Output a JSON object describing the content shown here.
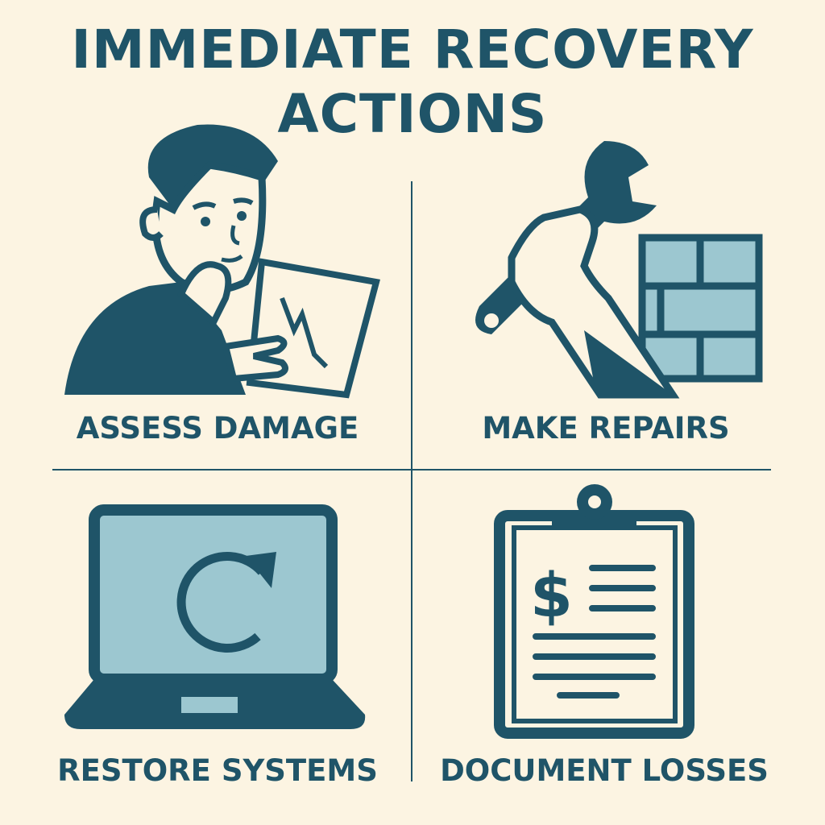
{
  "title": {
    "line1": "IMMEDIATE RECOVERY",
    "line2": "ACTIONS"
  },
  "panels": [
    {
      "label": "ASSESS DAMAGE",
      "icon": "person-reviewing-chart-icon"
    },
    {
      "label": "MAKE REPAIRS",
      "icon": "hand-wrench-brick-wall-icon"
    },
    {
      "label": "RESTORE SYSTEMS",
      "icon": "laptop-refresh-icon"
    },
    {
      "label": "DOCUMENT LOSSES",
      "icon": "clipboard-dollar-icon"
    }
  ],
  "clipboard": {
    "currency_symbol": "$"
  },
  "colors": {
    "background": "#fcf4e2",
    "primary": "#1f5468",
    "accent": "#9cc7d0"
  }
}
